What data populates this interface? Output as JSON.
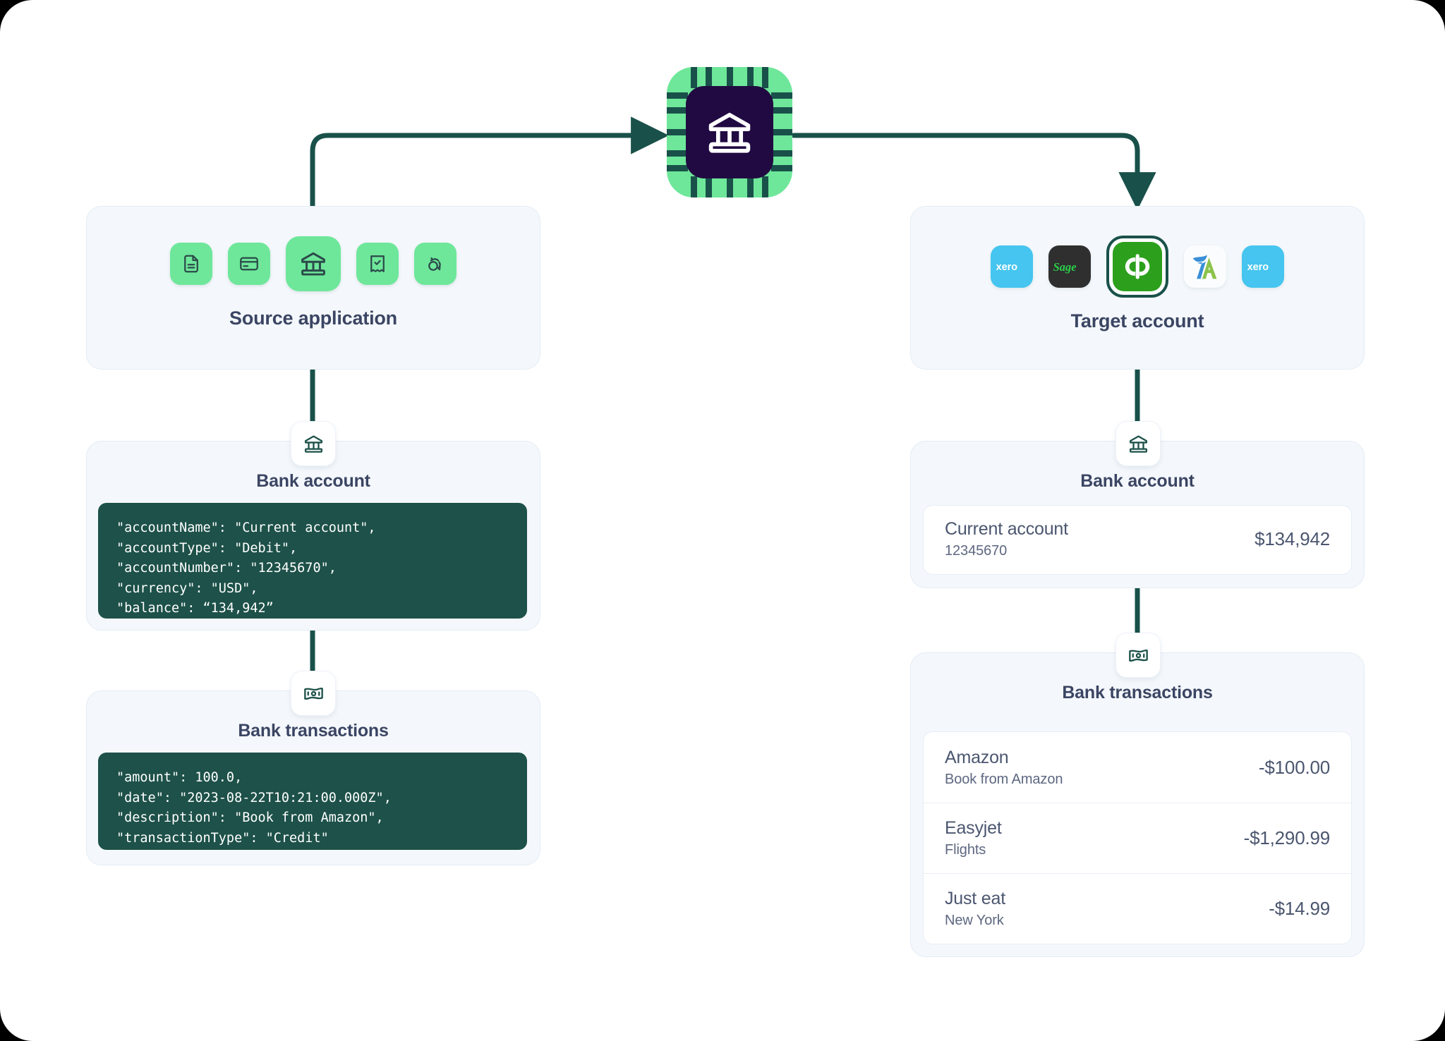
{
  "diagram": {
    "hub": {
      "icon": "bank-chip-icon"
    },
    "source": {
      "title": "Source application",
      "apps": [
        {
          "icon": "document-icon",
          "name": "invoice"
        },
        {
          "icon": "credit-card-icon",
          "name": "card"
        },
        {
          "icon": "bank-icon",
          "name": "bank",
          "active": true
        },
        {
          "icon": "receipt-check-icon",
          "name": "bill"
        },
        {
          "icon": "sync-icon",
          "name": "sync"
        }
      ],
      "bank_account": {
        "badge_icon": "bank-icon",
        "title": "Bank account",
        "code": "\"accountName\": \"Current account\",\n\"accountType\": \"Debit\",\n\"accountNumber\": \"12345670\",\n\"currency\": \"USD\",\n\"balance\": “134,942”"
      },
      "bank_transactions": {
        "badge_icon": "banknote-icon",
        "title": "Bank transactions",
        "code": "\"amount\": 100.0,\n\"date\": \"2023-08-22T10:21:00.000Z\",\n\"description\": \"Book from Amazon\",\n\"transactionType\": \"Credit\""
      }
    },
    "target": {
      "title": "Target account",
      "apps": [
        {
          "icon": "xero-logo",
          "label": "xero",
          "selected": false
        },
        {
          "icon": "sage-logo",
          "label": "Sage",
          "selected": false
        },
        {
          "icon": "quickbooks-logo",
          "label": "qb",
          "selected": true
        },
        {
          "icon": "freeagent-logo",
          "label": "",
          "selected": false
        },
        {
          "icon": "xero-logo",
          "label": "xero",
          "selected": false
        }
      ],
      "bank_account": {
        "badge_icon": "bank-icon",
        "title": "Bank account",
        "account": {
          "name": "Current account",
          "number": "12345670",
          "balance": "$134,942"
        }
      },
      "bank_transactions": {
        "badge_icon": "banknote-icon",
        "title": "Bank transactions",
        "items": [
          {
            "name": "Amazon",
            "description": "Book from Amazon",
            "amount": "-$100.00"
          },
          {
            "name": "Easyjet",
            "description": "Flights",
            "amount": "-$1,290.99"
          },
          {
            "name": "Just eat",
            "description": "New York",
            "amount": "-$14.99"
          }
        ]
      }
    }
  },
  "colors": {
    "connector": "#19514a",
    "accent_green": "#6ee79a",
    "code_bg": "#1d5149",
    "panel_bg": "#f4f8fc",
    "text": "#3b4563",
    "chip_inner": "#210a42",
    "quickbooks": "#2ca01c",
    "xero": "#45c5ef",
    "sage": "#2f2f2f"
  }
}
